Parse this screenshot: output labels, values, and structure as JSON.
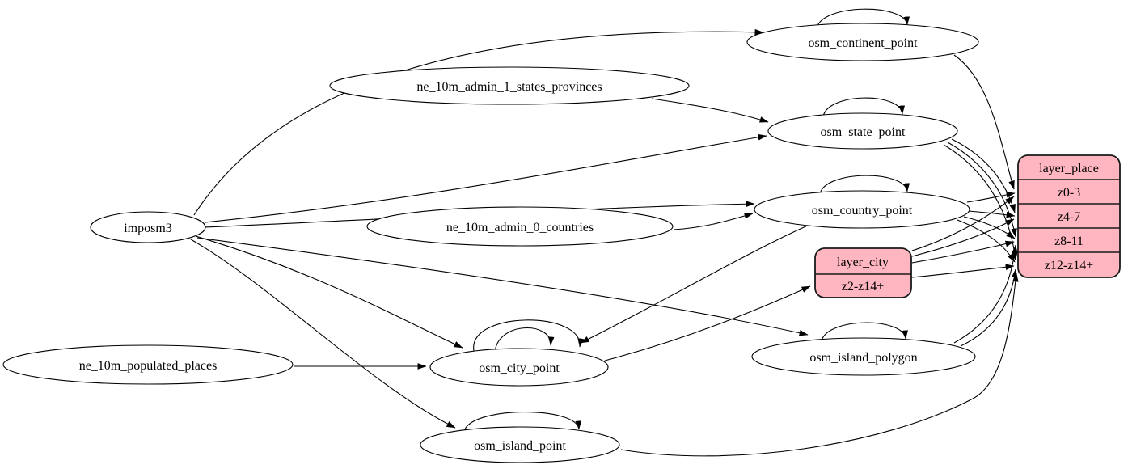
{
  "diagram": {
    "type": "etl-graph",
    "colors": {
      "background": "#ffffff",
      "edge": "#000000",
      "ellipse_fill": "#ffffff",
      "ellipse_stroke": "#000000",
      "record_fill": "#ffb6c1",
      "record_stroke": "#1a1a1a"
    },
    "nodes": {
      "imposm3": {
        "label": "imposm3",
        "shape": "ellipse"
      },
      "ne_10m_admin_1_states_provinces": {
        "label": "ne_10m_admin_1_states_provinces",
        "shape": "ellipse"
      },
      "ne_10m_admin_0_countries": {
        "label": "ne_10m_admin_0_countries",
        "shape": "ellipse"
      },
      "ne_10m_populated_places": {
        "label": "ne_10m_populated_places",
        "shape": "ellipse"
      },
      "osm_continent_point": {
        "label": "osm_continent_point",
        "shape": "ellipse"
      },
      "osm_state_point": {
        "label": "osm_state_point",
        "shape": "ellipse"
      },
      "osm_country_point": {
        "label": "osm_country_point",
        "shape": "ellipse"
      },
      "osm_city_point": {
        "label": "osm_city_point",
        "shape": "ellipse"
      },
      "osm_island_polygon": {
        "label": "osm_island_polygon",
        "shape": "ellipse"
      },
      "osm_island_point": {
        "label": "osm_island_point",
        "shape": "ellipse"
      },
      "layer_city": {
        "title": "layer_city",
        "rows": [
          "z2-z14+"
        ],
        "shape": "record"
      },
      "layer_place": {
        "title": "layer_place",
        "rows": [
          "z0-3",
          "z4-7",
          "z8-11",
          "z12-z14+"
        ],
        "shape": "record"
      }
    },
    "edges": [
      {
        "from": "imposm3",
        "to": "osm_continent_point"
      },
      {
        "from": "imposm3",
        "to": "osm_state_point"
      },
      {
        "from": "imposm3",
        "to": "osm_country_point"
      },
      {
        "from": "imposm3",
        "to": "osm_city_point"
      },
      {
        "from": "imposm3",
        "to": "osm_island_polygon"
      },
      {
        "from": "imposm3",
        "to": "osm_island_point"
      },
      {
        "from": "ne_10m_admin_1_states_provinces",
        "to": "osm_state_point"
      },
      {
        "from": "ne_10m_admin_0_countries",
        "to": "osm_country_point"
      },
      {
        "from": "ne_10m_populated_places",
        "to": "osm_city_point"
      },
      {
        "from": "osm_continent_point",
        "to": "osm_continent_point"
      },
      {
        "from": "osm_state_point",
        "to": "osm_state_point"
      },
      {
        "from": "osm_country_point",
        "to": "osm_country_point"
      },
      {
        "from": "osm_city_point",
        "to": "osm_city_point"
      },
      {
        "from": "osm_city_point",
        "to": "osm_city_point"
      },
      {
        "from": "osm_island_polygon",
        "to": "osm_island_polygon"
      },
      {
        "from": "osm_island_point",
        "to": "osm_island_point"
      },
      {
        "from": "osm_country_point",
        "to": "osm_city_point"
      },
      {
        "from": "osm_city_point",
        "to": "layer_city:z2-z14+"
      },
      {
        "from": "osm_continent_point",
        "to": "layer_place:z0-3"
      },
      {
        "from": "osm_country_point",
        "to": "layer_place:z0-3"
      },
      {
        "from": "osm_country_point",
        "to": "layer_place:z4-7"
      },
      {
        "from": "osm_country_point",
        "to": "layer_place:z8-11"
      },
      {
        "from": "osm_country_point",
        "to": "layer_place:z12-z14+"
      },
      {
        "from": "osm_state_point",
        "to": "layer_place:z4-7"
      },
      {
        "from": "osm_state_point",
        "to": "layer_place:z8-11"
      },
      {
        "from": "osm_state_point",
        "to": "layer_place:z12-z14+"
      },
      {
        "from": "layer_city",
        "to": "layer_place:z0-3"
      },
      {
        "from": "layer_city",
        "to": "layer_place:z4-7"
      },
      {
        "from": "layer_city",
        "to": "layer_place:z8-11"
      },
      {
        "from": "layer_city",
        "to": "layer_place:z12-z14+"
      },
      {
        "from": "osm_island_polygon",
        "to": "layer_place:z8-11"
      },
      {
        "from": "osm_island_polygon",
        "to": "layer_place:z12-z14+"
      },
      {
        "from": "osm_island_point",
        "to": "layer_place:z12-z14+"
      }
    ]
  }
}
